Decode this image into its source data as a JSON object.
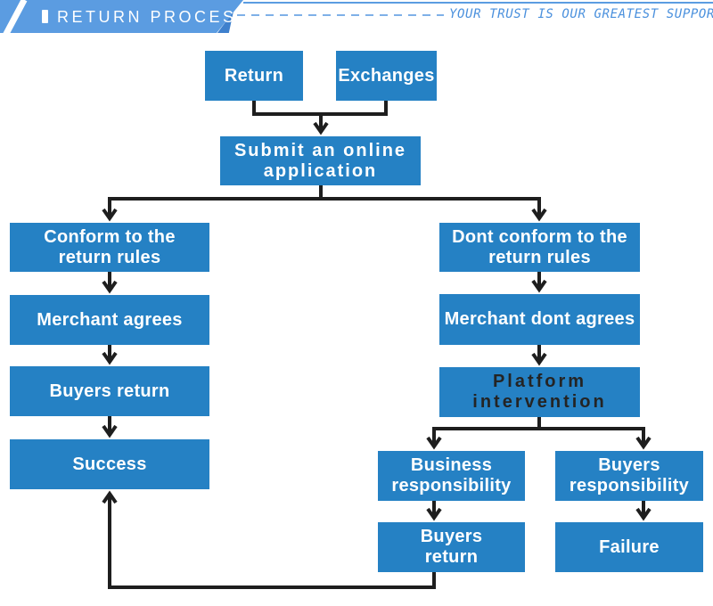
{
  "header": {
    "title": "RETURN PROCESS",
    "slogan": "YOUR TRUST IS OUR GREATEST SUPPORT"
  },
  "flow": {
    "nodes": {
      "return": {
        "lines": [
          "Return"
        ]
      },
      "exchanges": {
        "lines": [
          "Exchanges"
        ]
      },
      "submit": {
        "lines": [
          "Submit an online",
          "application"
        ]
      },
      "conform": {
        "lines": [
          "Conform to the",
          "return rules"
        ]
      },
      "merchant_agrees": {
        "lines": [
          "Merchant agrees"
        ]
      },
      "buyers_return": {
        "lines": [
          "Buyers return"
        ]
      },
      "success": {
        "lines": [
          "Success"
        ]
      },
      "dont_conform": {
        "lines": [
          "Dont conform to the",
          "return rules"
        ]
      },
      "merchant_dont_agrees": {
        "lines": [
          "Merchant dont agrees"
        ]
      },
      "platform": {
        "lines": [
          "Platform",
          "intervention"
        ]
      },
      "business_resp": {
        "lines": [
          "Business",
          "responsibility"
        ]
      },
      "buyers_resp": {
        "lines": [
          "Buyers",
          "responsibility"
        ]
      },
      "buyers_return2": {
        "lines": [
          "Buyers",
          "return"
        ]
      },
      "failure": {
        "lines": [
          "Failure"
        ]
      }
    },
    "colors": {
      "box_blue": "#2581c4",
      "connector_black": "#1e1e1e",
      "banner_blue": "#5b9ce1",
      "banner_fold_blue": "#3f80cd",
      "slogan_blue": "#4a90dd",
      "platform_text_dark": "#242424"
    }
  }
}
